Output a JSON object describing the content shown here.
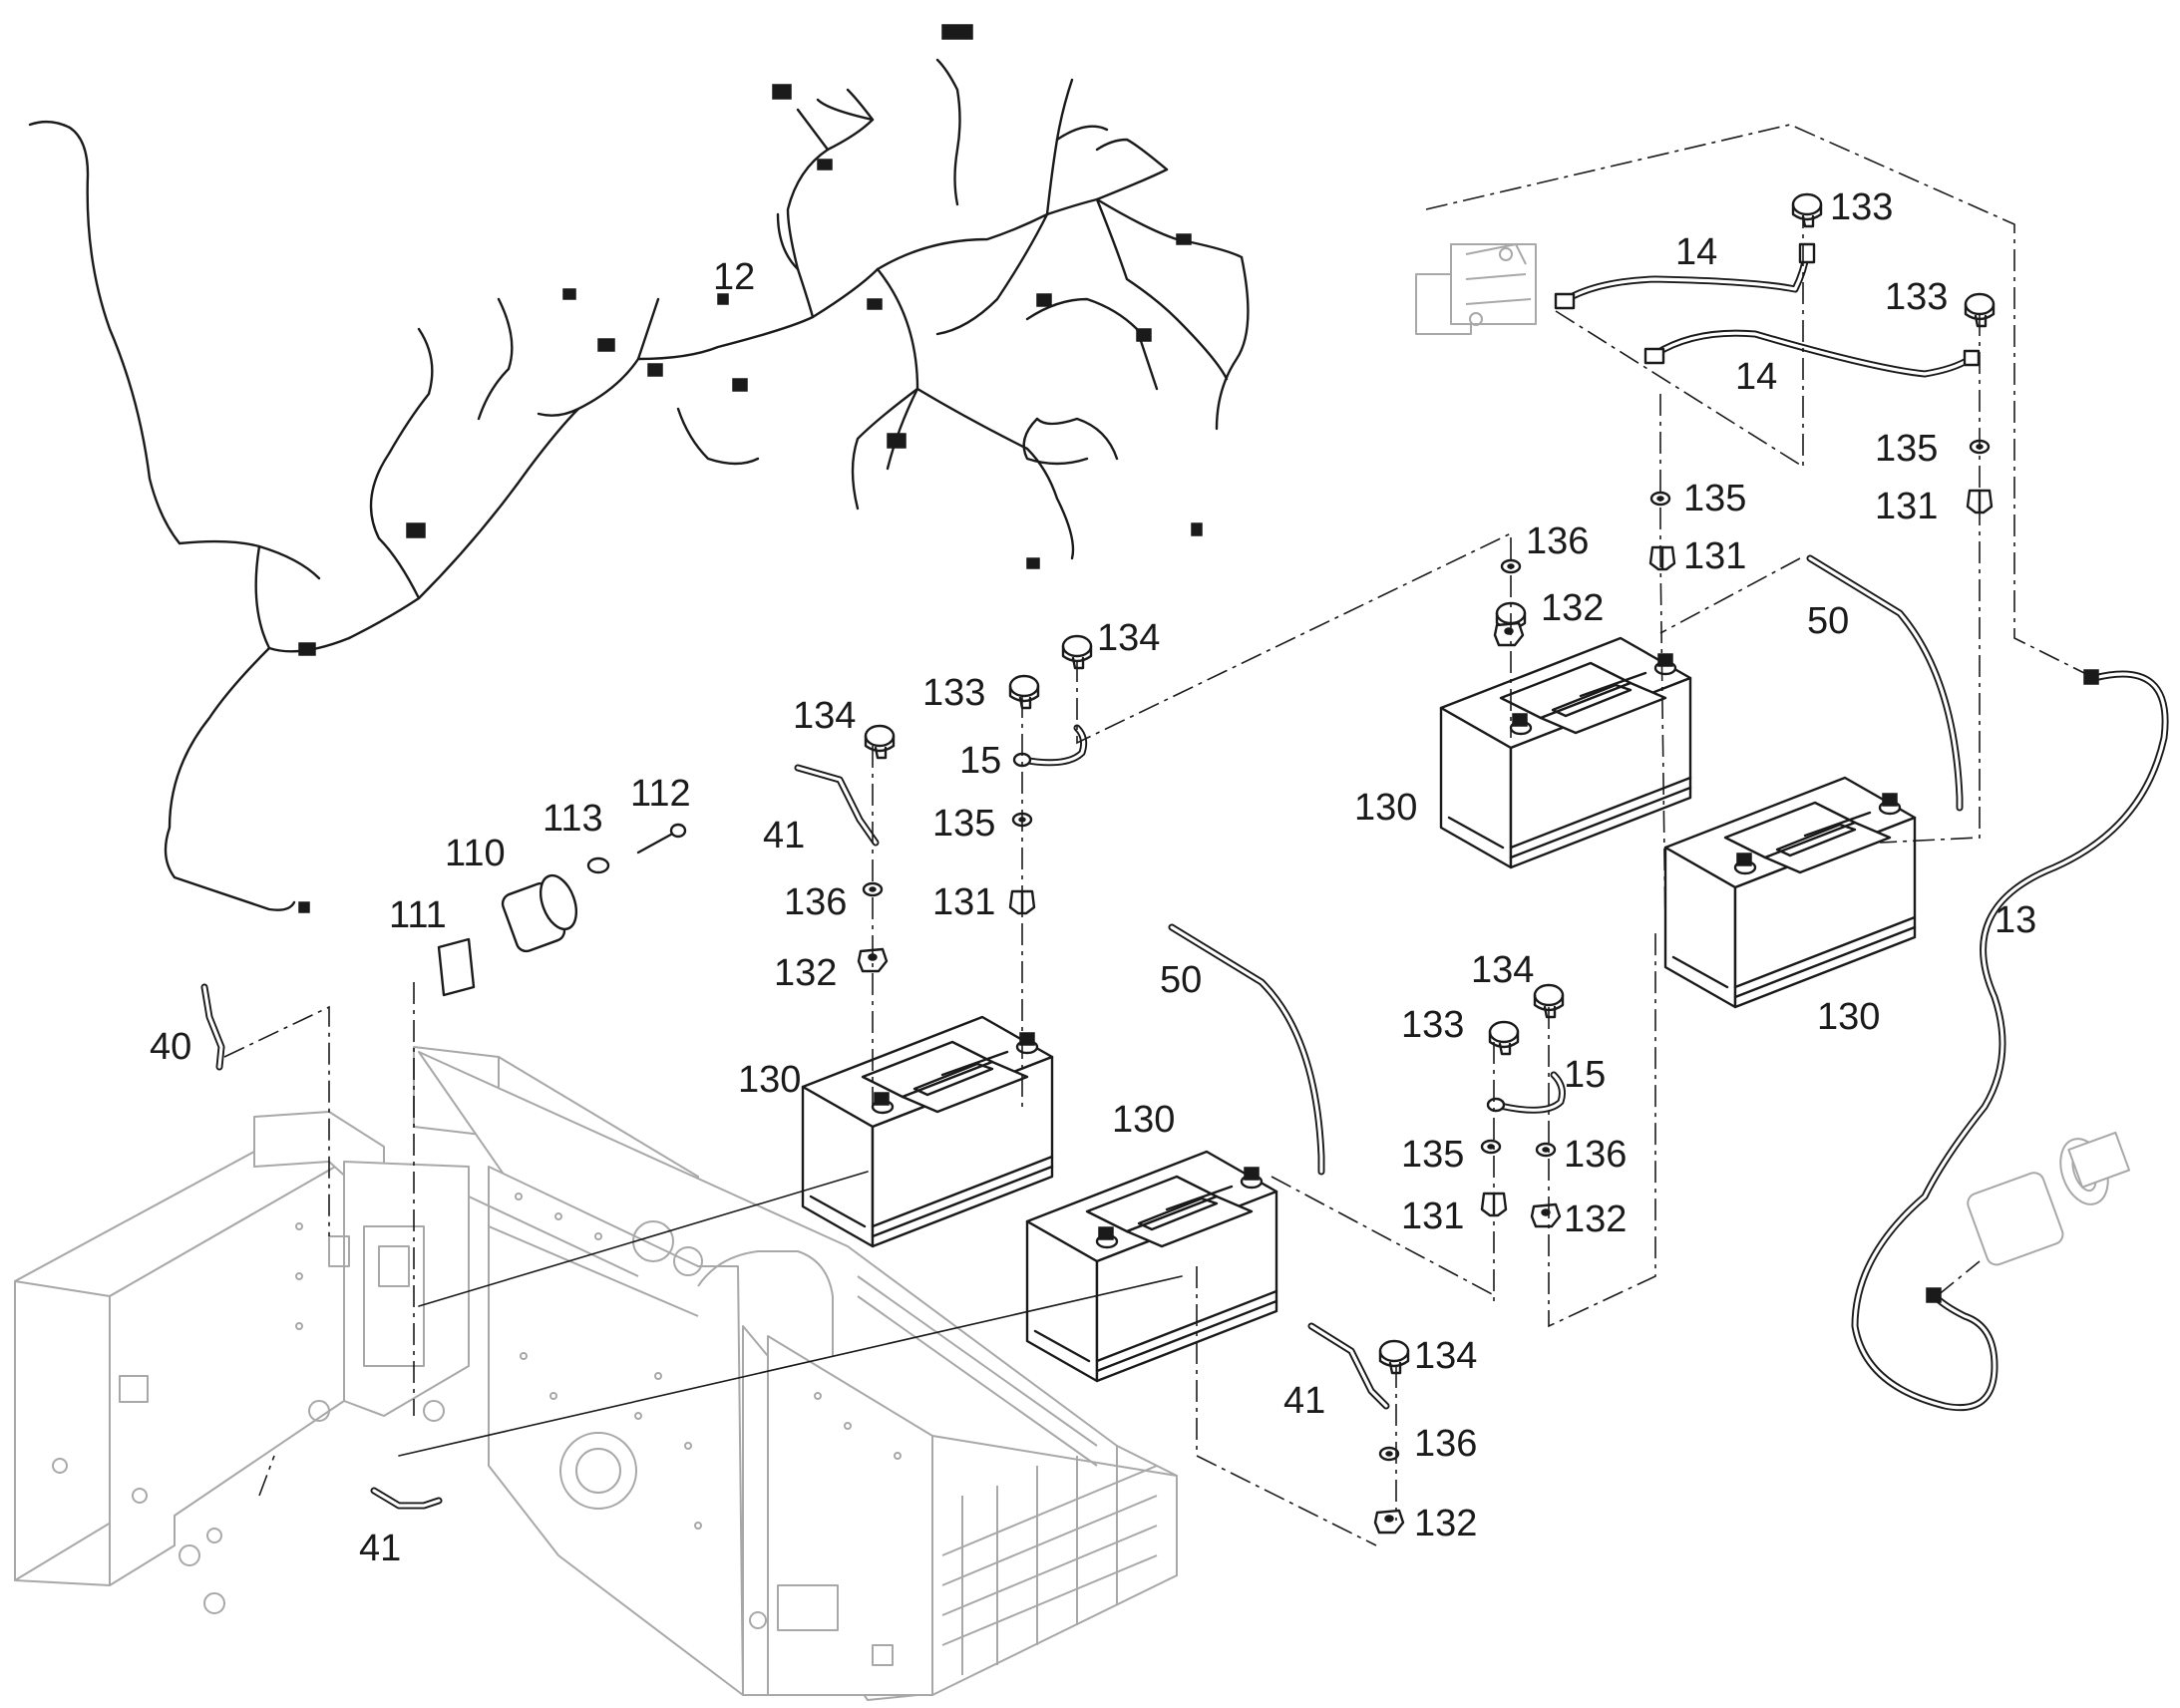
{
  "callouts": {
    "c12": "12",
    "c13": "13",
    "c14a": "14",
    "c14b": "14",
    "c15a": "15",
    "c15b": "15",
    "c40": "40",
    "c41a": "41",
    "c41b": "41",
    "c41c": "41",
    "c50a": "50",
    "c50b": "50",
    "c110": "110",
    "c111": "111",
    "c112": "112",
    "c113": "113",
    "c130a": "130",
    "c130b": "130",
    "c130c": "130",
    "c130d": "130",
    "c131a": "131",
    "c131b": "131",
    "c131c": "131",
    "c131d": "131",
    "c132a": "132",
    "c132b": "132",
    "c132c": "132",
    "c132d": "132",
    "c133a": "133",
    "c133b": "133",
    "c133c": "133",
    "c133d": "133",
    "c134a": "134",
    "c134b": "134",
    "c134c": "134",
    "c134d": "134",
    "c135a": "135",
    "c135b": "135",
    "c135c": "135",
    "c135d": "135",
    "c136a": "136",
    "c136b": "136",
    "c136c": "136",
    "c136d": "136"
  },
  "colors": {
    "line": "#1a1a1a",
    "chassis": "#a8a8a8",
    "background": "#ffffff"
  }
}
